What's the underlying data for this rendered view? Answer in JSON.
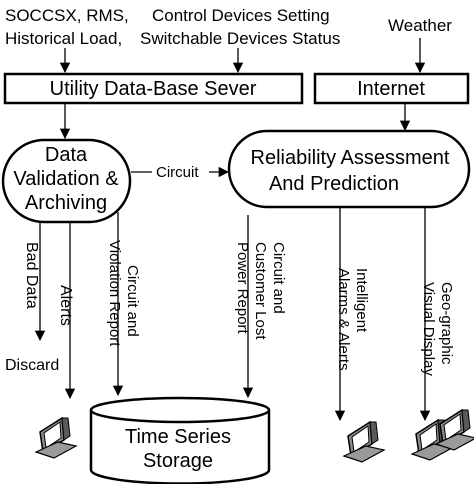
{
  "inputs": {
    "line1": "SOCCSX, RMS,",
    "line2": "Historical Load,",
    "line3": "Control Devices Setting",
    "line4": "Switchable Devices Status",
    "weather": "Weather"
  },
  "servers": {
    "utility": "Utility Data-Base Sever",
    "internet": "Internet"
  },
  "processes": {
    "validation": [
      "Data",
      "Validation &",
      "Archiving"
    ],
    "reliability": [
      "Reliability Assessment",
      "And Prediction"
    ]
  },
  "links": {
    "circuit": "Circuit"
  },
  "outputs": {
    "bad_data": "Bad Data",
    "discard": "Discard",
    "alerts": "Alerts",
    "violation_report": [
      "Circuit and",
      "Violation Report"
    ],
    "power_report": [
      "Circuit and",
      "Customer Lost",
      "Power Report"
    ],
    "intelligent_alarms": [
      "Intelligent",
      "Alarms & Alerts"
    ],
    "geo_display": [
      "Geo-graphic",
      "Visual Display"
    ]
  },
  "storage": {
    "label": [
      "Time Series",
      "Storage"
    ]
  },
  "icons": [
    "monitor-icon",
    "monitor-icon",
    "monitor-icon",
    "monitor-icon"
  ]
}
